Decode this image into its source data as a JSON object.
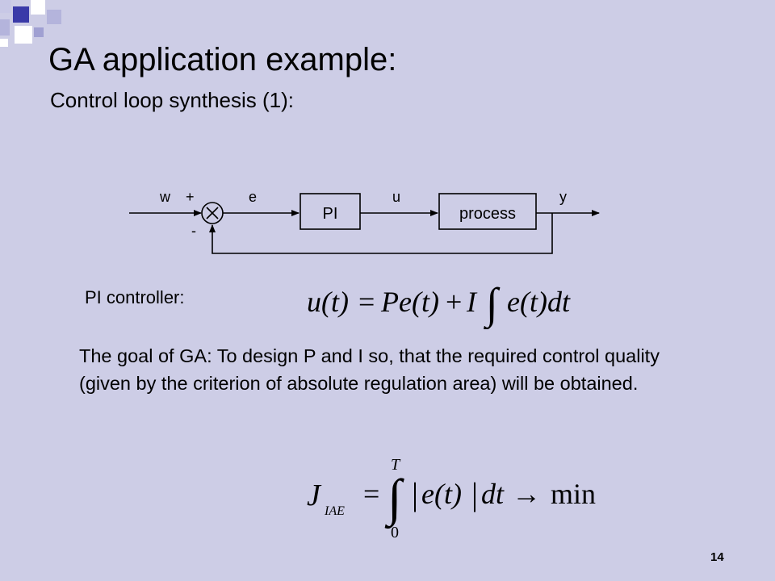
{
  "slide": {
    "title": "GA application example:",
    "subtitle": "Control loop synthesis (1):",
    "page_number": "14"
  },
  "diagram": {
    "signal_w": "w",
    "plus": "+",
    "minus": "-",
    "signal_e": "e",
    "signal_u": "u",
    "signal_y": "y",
    "block_pi": "PI",
    "block_process": "process"
  },
  "controller": {
    "label": "PI controller:",
    "formula": {
      "lhs": "u(t)",
      "eq": "=",
      "term_p": "Pe(t)",
      "plus": "+",
      "term_i": "I",
      "integral": "∫",
      "integrand": "e(t)dt"
    }
  },
  "goal": {
    "text": "The goal of GA: To design P and I so, that the required control quality (given by the criterion of absolute regulation area) will be obtained."
  },
  "criterion": {
    "J": "J",
    "subscript": "IAE",
    "eq": "=",
    "integral": "∫",
    "upper": "T",
    "lower": "0",
    "bar_left": "|",
    "integrand": "e(t)",
    "bar_right": "|",
    "dt": "dt",
    "arrow": "→",
    "min": "min"
  }
}
